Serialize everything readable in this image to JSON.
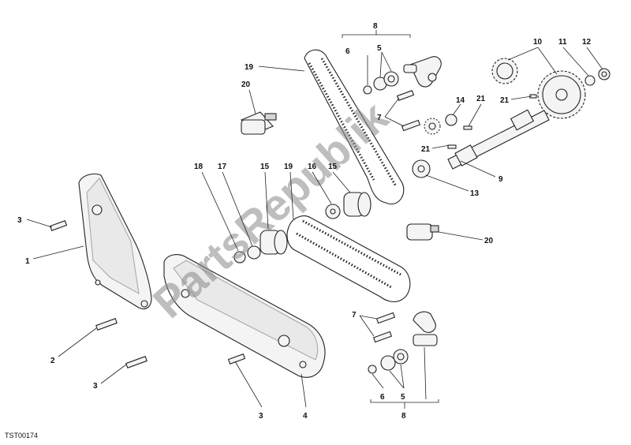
{
  "reference_code": "TST00174",
  "watermark_text": "PartsRepublik",
  "callouts": [
    {
      "id": "c1",
      "label": "1"
    },
    {
      "id": "c2",
      "label": "2"
    },
    {
      "id": "c3a",
      "label": "3"
    },
    {
      "id": "c3b",
      "label": "3"
    },
    {
      "id": "c3c",
      "label": "3"
    },
    {
      "id": "c4",
      "label": "4"
    },
    {
      "id": "c5a",
      "label": "5"
    },
    {
      "id": "c5b",
      "label": "5"
    },
    {
      "id": "c6a",
      "label": "6"
    },
    {
      "id": "c6b",
      "label": "6"
    },
    {
      "id": "c7a",
      "label": "7"
    },
    {
      "id": "c7b",
      "label": "7"
    },
    {
      "id": "c8a",
      "label": "8"
    },
    {
      "id": "c8b",
      "label": "8"
    },
    {
      "id": "c9",
      "label": "9"
    },
    {
      "id": "c10",
      "label": "10"
    },
    {
      "id": "c11",
      "label": "11"
    },
    {
      "id": "c12",
      "label": "12"
    },
    {
      "id": "c13",
      "label": "13"
    },
    {
      "id": "c14",
      "label": "14"
    },
    {
      "id": "c15a",
      "label": "15"
    },
    {
      "id": "c15b",
      "label": "15"
    },
    {
      "id": "c16",
      "label": "16"
    },
    {
      "id": "c17",
      "label": "17"
    },
    {
      "id": "c18",
      "label": "18"
    },
    {
      "id": "c19a",
      "label": "19"
    },
    {
      "id": "c19b",
      "label": "19"
    },
    {
      "id": "c20a",
      "label": "20"
    },
    {
      "id": "c20b",
      "label": "20"
    },
    {
      "id": "c21a",
      "label": "21"
    },
    {
      "id": "c21b",
      "label": "21"
    },
    {
      "id": "c21c",
      "label": "21"
    }
  ]
}
